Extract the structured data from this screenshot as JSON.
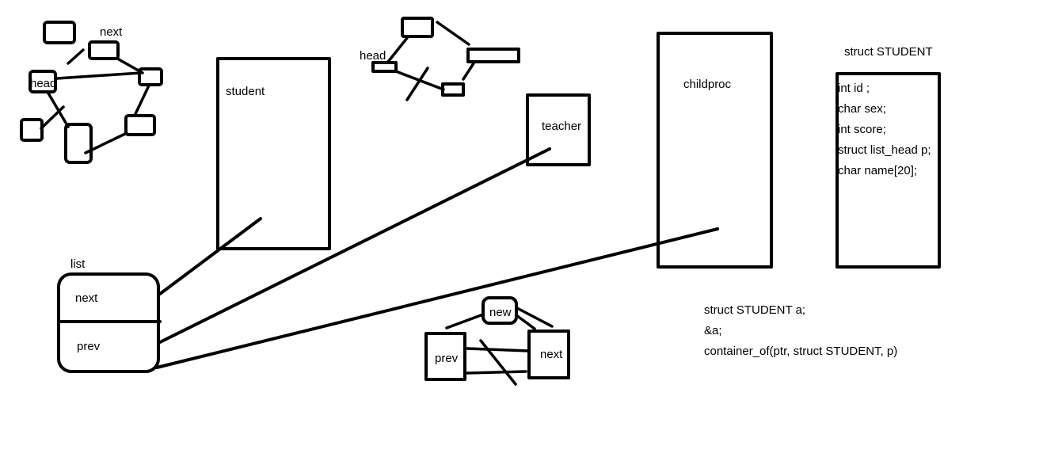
{
  "labels": {
    "top_left_next": "next",
    "top_left_head": "head",
    "student": "student",
    "top_mid_head": "head",
    "teacher": "teacher",
    "childproc": "childproc",
    "struct_title": "struct STUDENT",
    "list_label": "list",
    "list_next": "next",
    "list_prev": "prev",
    "node_new": "new",
    "node_prev": "prev",
    "node_next": "next"
  },
  "struct_fields": [
    "int id ;",
    "char sex;",
    "int score;",
    "struct list_head p;",
    "char name[20];"
  ],
  "code_lines": [
    "struct STUDENT a;",
    "&a;",
    "container_of(ptr, struct STUDENT, p)"
  ]
}
